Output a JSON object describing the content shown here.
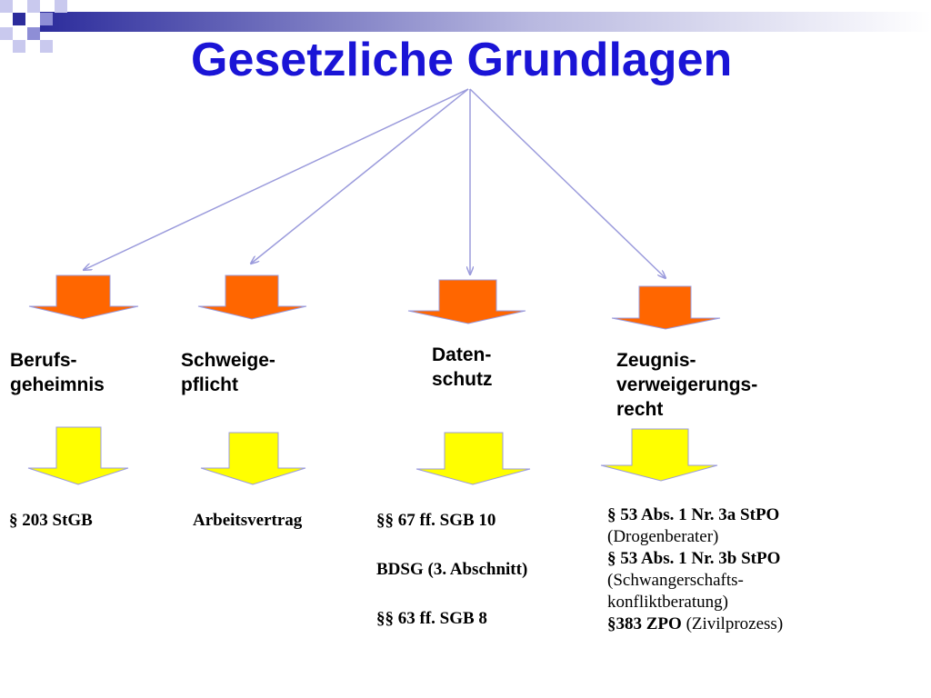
{
  "slide": {
    "title": "Gesetzliche Grundlagen"
  },
  "colors": {
    "title": "#1a14d6",
    "connector": "#9b9bdc",
    "orange_arrow": "#ff6600",
    "yellow_arrow": "#ffff00",
    "deco_dark": "#2c2c9c",
    "deco_light": "#c9c9ee"
  },
  "categories": [
    {
      "line1": "Berufs-",
      "line2": "geheimnis",
      "line3": ""
    },
    {
      "line1": "Schweige-",
      "line2": "pflicht",
      "line3": ""
    },
    {
      "line1": "Daten-",
      "line2": "schutz",
      "line3": ""
    },
    {
      "line1": "Zeugnis-",
      "line2": "verweigerungs-",
      "line3": "recht"
    }
  ],
  "references": {
    "berufsgeheimnis": "§ 203 StGB",
    "schweigepflicht": "Arbeitsvertrag",
    "datenschutz": [
      "§§ 67 ff. SGB 10",
      "BDSG (3. Abschnitt)",
      "§§ 63 ff. SGB 8"
    ],
    "zeugnis": {
      "r1": "§ 53 Abs. 1 Nr. 3a StPO",
      "r1_note": "(Drogenberater)",
      "r2": "§ 53 Abs. 1 Nr. 3b StPO",
      "r2_note1": "(Schwangerschafts-",
      "r2_note2": "konfliktberatung)",
      "r3": "§383 ZPO",
      "r3_note": "(Zivilprozess)"
    }
  }
}
